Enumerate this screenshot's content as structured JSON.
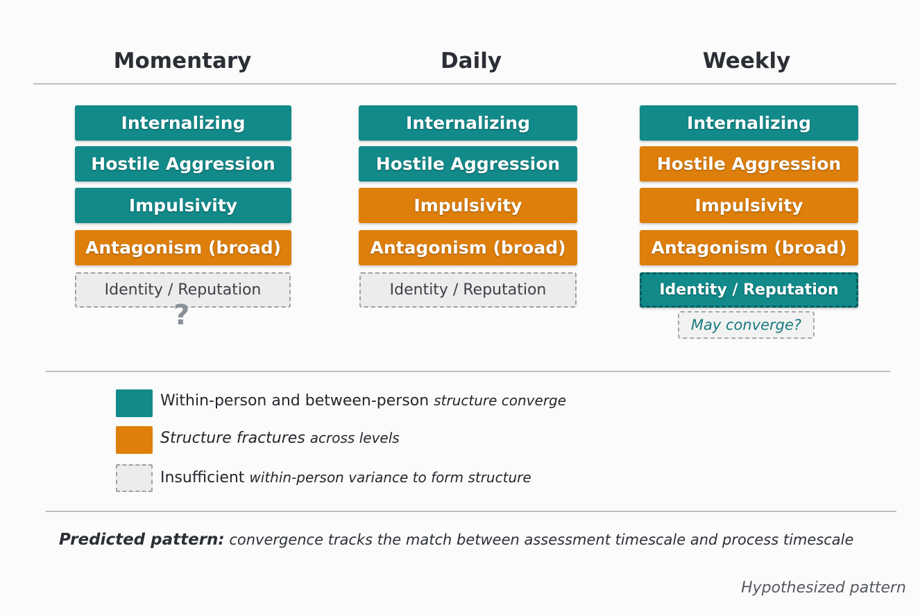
{
  "columns": [
    {
      "title": "Momentary",
      "items": [
        "Internalizing",
        "Hostile Aggression",
        "Impulsivity",
        "Antagonism (broad)",
        "Identity / Reputation"
      ],
      "question_mark": "?"
    },
    {
      "title": "Daily",
      "items": [
        "Internalizing",
        "Hostile Aggression",
        "Impulsivity",
        "Antagonism (broad)",
        "Identity / Reputation"
      ]
    },
    {
      "title": "Weekly",
      "items": [
        "Internalizing",
        "Hostile Aggression",
        "Impulsivity",
        "Antagonism (broad)",
        "Identity / Reputation"
      ],
      "note": "May converge?"
    }
  ],
  "legend": [
    {
      "main": "Within-person and between-person",
      "tail": "structure converge"
    },
    {
      "main": "Structure fractures",
      "tail": "across levels"
    },
    {
      "main": "Insufficient",
      "tail": "within-person variance to form structure"
    }
  ],
  "prediction": {
    "lead": "Predicted pattern:",
    "text": "convergence tracks the match between assessment timescale and process timescale"
  },
  "footer": "Hypothesized pattern",
  "colors": {
    "converge": "#128a8a",
    "fracture": "#df7f0b",
    "insufficient": "#ececec"
  }
}
